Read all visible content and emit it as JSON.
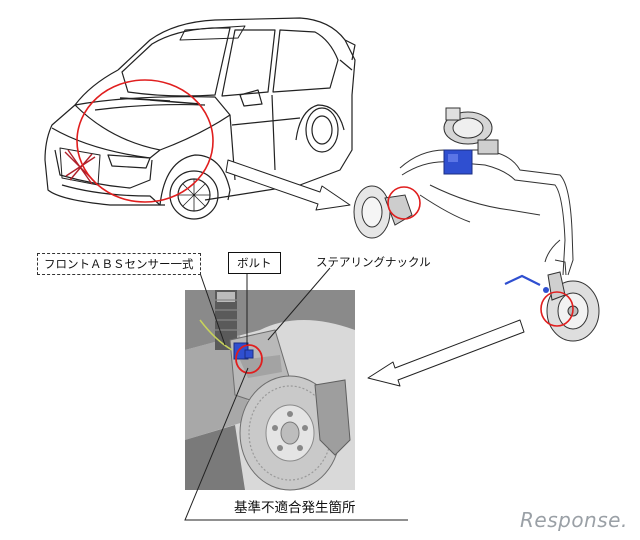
{
  "labels": {
    "abs_sensor": "フロントＡＢＳセンサー一式",
    "bolt": "ボルト",
    "knuckle": "ステアリングナックル",
    "defect_location": "基準不適合発生箇所"
  },
  "watermark": {
    "text": "Response."
  },
  "colors": {
    "line": "#222222",
    "highlight": "#e01e1e",
    "part_blue": "#2f4fd0",
    "metal": "#b9b9b9",
    "dark_metal": "#6d6d6d",
    "photo_bg": "#d9d9d9"
  }
}
